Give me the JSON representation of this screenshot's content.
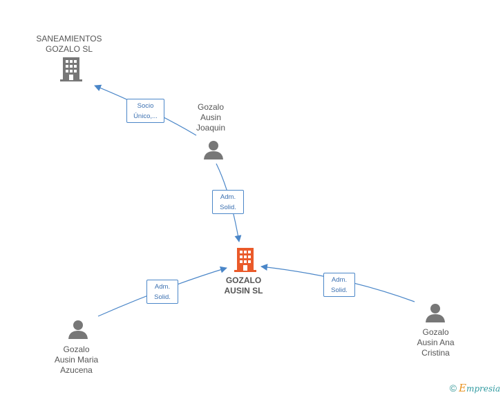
{
  "nodes": {
    "saneamientos": {
      "line1": "SANEAMIENTOS",
      "line2": "GOZALO SL"
    },
    "main": {
      "line1": "GOZALO",
      "line2": "AUSIN SL"
    },
    "joaquin": {
      "line1": "Gozalo",
      "line2": "Ausin",
      "line3": "Joaquin"
    },
    "maria": {
      "line1": "Gozalo",
      "line2": "Ausin Maria",
      "line3": "Azucena"
    },
    "ana": {
      "line1": "Gozalo",
      "line2": "Ausin Ana",
      "line3": "Cristina"
    }
  },
  "edges": {
    "socio": {
      "line1": "Socio",
      "line2": "Único,..."
    },
    "adm_joaquin": {
      "line1": "Adm.",
      "line2": "Solid."
    },
    "adm_maria": {
      "line1": "Adm.",
      "line2": "Solid."
    },
    "adm_ana": {
      "line1": "Adm.",
      "line2": "Solid."
    }
  },
  "colors": {
    "edge": "#4a86c8",
    "building_gray": "#777777",
    "building_main": "#ea5a2a",
    "person": "#777777"
  },
  "footer": {
    "copyright_symbol": "©",
    "brand_first": "E",
    "brand_rest": "mpresia"
  }
}
